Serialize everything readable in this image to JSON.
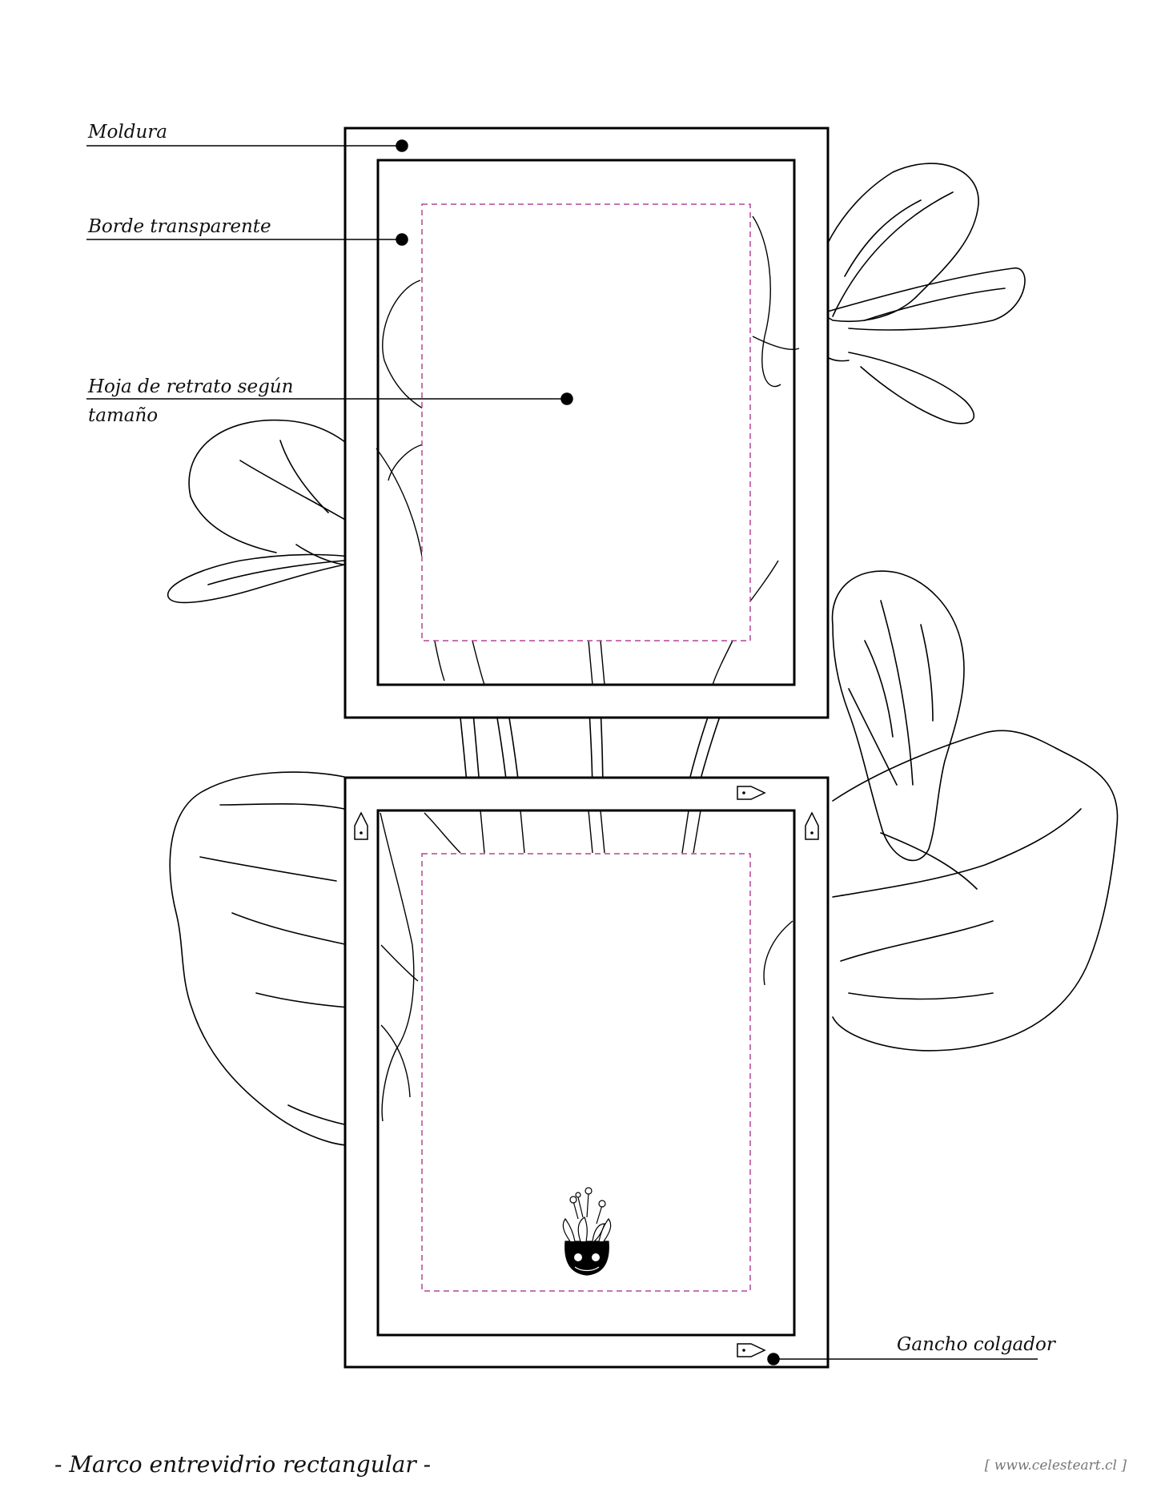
{
  "labels": {
    "moldura": "Moldura",
    "borde": "Borde transparente",
    "hoja_line1": "Hoja de retrato según",
    "hoja_line2": "tamaño",
    "gancho": "Gancho colgador"
  },
  "footer": {
    "title": "-  Marco  entrevidrio rectangular  -",
    "url": "[ www.celesteart.cl ]"
  },
  "colors": {
    "line": "#000000",
    "dashed_border": "#b0479a"
  },
  "icons": [
    "hook-icon",
    "plant-pot-logo-icon"
  ]
}
